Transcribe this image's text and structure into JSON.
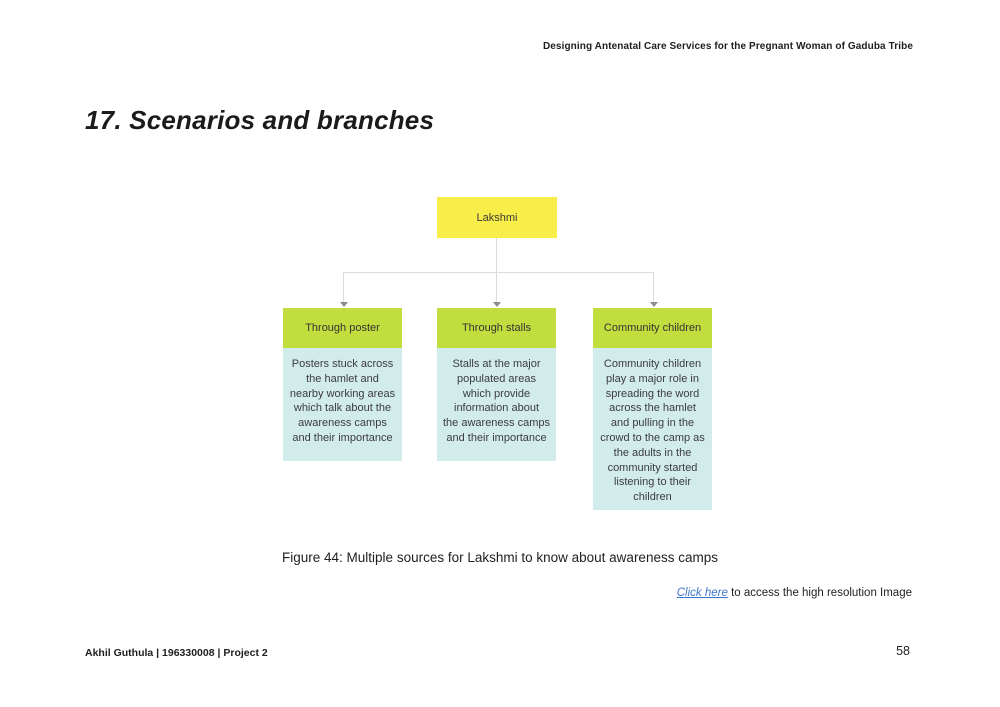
{
  "header": {
    "title": "Designing Antenatal Care Services for the Pregnant Woman of Gaduba Tribe"
  },
  "page": {
    "title": "17. Scenarios and branches",
    "caption": "Figure 44: Multiple sources for Lakshmi to know about awareness camps",
    "link_text": "Click here",
    "link_suffix": " to access the high resolution Image",
    "footer": "Akhil Guthula | 196330008 | Project 2",
    "page_number": "58"
  },
  "diagram": {
    "root": {
      "label": "Lakshmi"
    },
    "children": [
      {
        "label": "Through poster",
        "body": "Posters stuck across\nthe hamlet and\nnearby working areas\nwhich talk about the\nawareness camps\nand their importance"
      },
      {
        "label": "Through stalls",
        "body": "Stalls at the major\npopulated areas\nwhich provide\ninformation about\nthe awareness camps\nand their importance"
      },
      {
        "label": "Community children",
        "body": "Community children\nplay a major role in\nspreading the word\nacross the hamlet\nand pulling in the\ncrowd to the camp as\nthe adults in the\ncommunity started\nlistening to their\nchildren"
      }
    ],
    "colors": {
      "root_fill": "#f9ed49",
      "child_header_fill": "#c2dd3e",
      "child_body_fill": "#d2ebeb",
      "connector": "#dcdcdc",
      "link_blue": "#3f76c8"
    }
  }
}
